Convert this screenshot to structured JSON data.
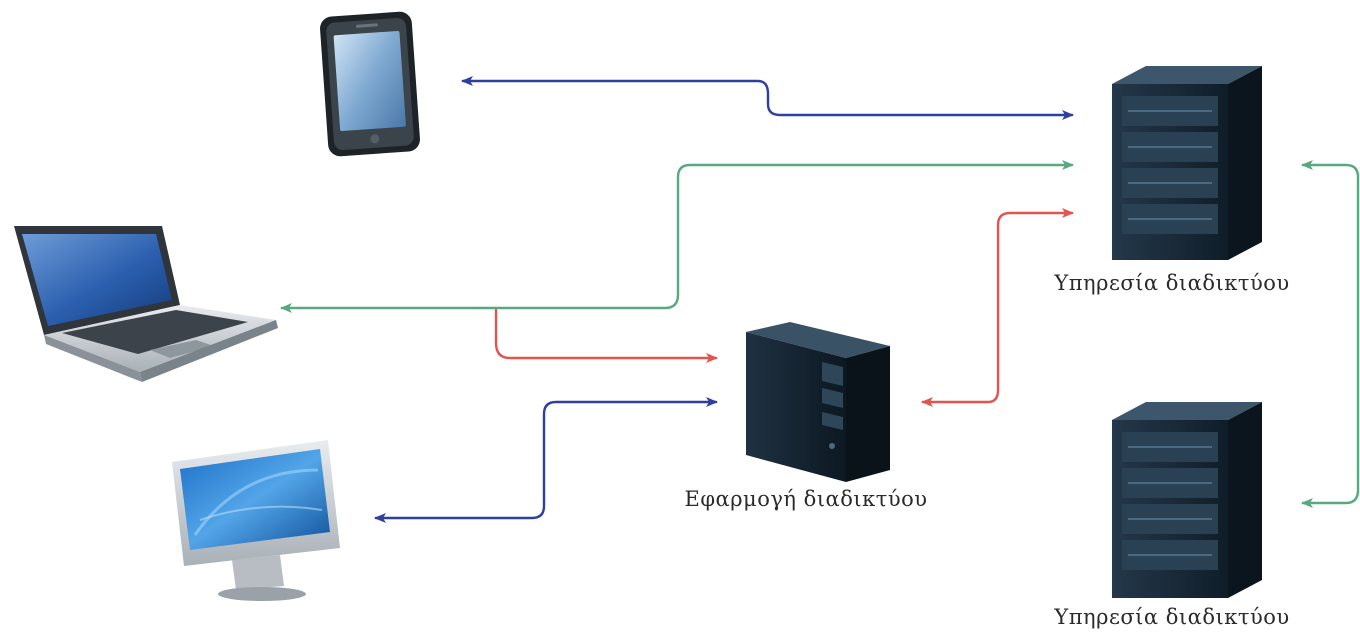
{
  "labels": {
    "web_app": "Εφαρμογή διαδικτύου",
    "web_service_1": "Υπηρεσία διαδικτύου",
    "web_service_2": "Υπηρεσία διαδικτύου"
  },
  "nodes": {
    "smartphone": {
      "icon": "smartphone-icon"
    },
    "laptop": {
      "icon": "laptop-icon"
    },
    "desktop": {
      "icon": "desktop-monitor-icon"
    },
    "web_app_server": {
      "icon": "tower-server-icon"
    },
    "web_service_server_1": {
      "icon": "rack-server-icon"
    },
    "web_service_server_2": {
      "icon": "rack-server-icon"
    }
  },
  "connections": [
    {
      "from": "smartphone",
      "to": "web_service_server_1",
      "color": "#2e3f9e",
      "arrows": "both"
    },
    {
      "from": "laptop",
      "to": "web_service_server_1",
      "color": "#5aa882",
      "arrows": "both"
    },
    {
      "from": "laptop",
      "to": "web_app_server",
      "color": "#e0564e",
      "arrows": "end"
    },
    {
      "from": "web_app_server",
      "to": "web_service_server_1",
      "color": "#e0564e",
      "arrows": "both"
    },
    {
      "from": "desktop",
      "to": "web_app_server",
      "color": "#2e3f9e",
      "arrows": "both"
    },
    {
      "from": "web_service_server_1",
      "to": "web_service_server_2",
      "color": "#5aa882",
      "arrows": "both"
    }
  ],
  "colors": {
    "blue": "#2e3f9e",
    "green": "#5aa882",
    "red": "#e0564e",
    "server_dark": "#1b2a36"
  }
}
